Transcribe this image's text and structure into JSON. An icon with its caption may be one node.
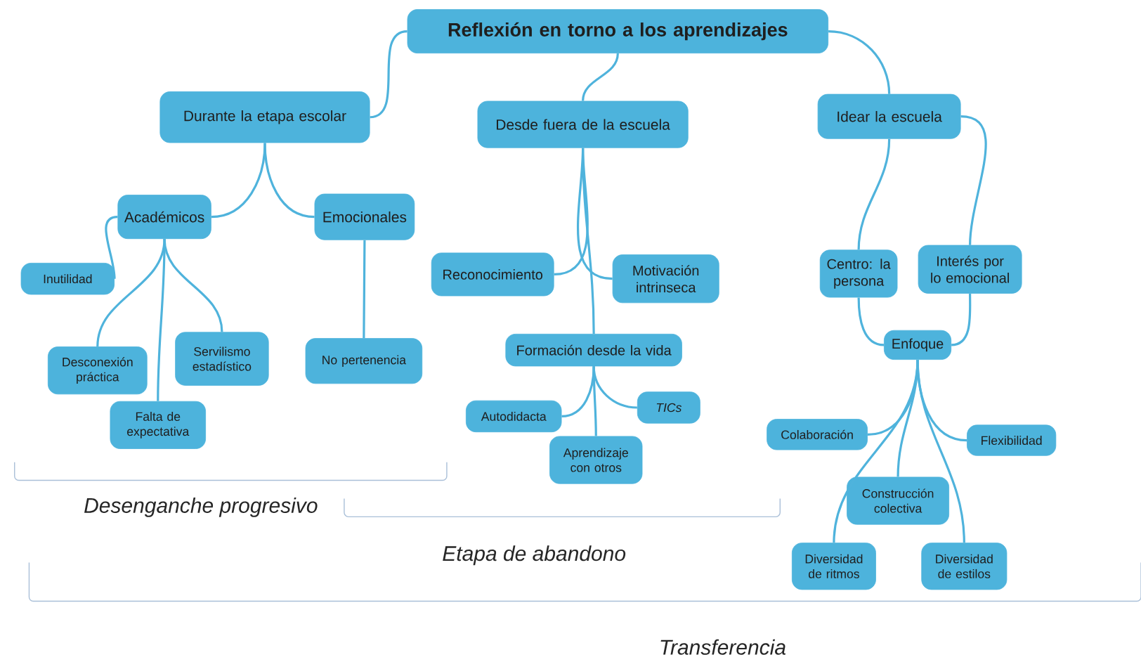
{
  "diagram": {
    "nodes": [
      {
        "text": [
          "Reflexión en torno a los aprendizajes"
        ]
      },
      {
        "text": [
          "Durante la etapa escolar"
        ]
      },
      {
        "text": [
          "Desde fuera de la escuela"
        ]
      },
      {
        "text": [
          "Idear la escuela"
        ]
      },
      {
        "text": [
          "Académicos"
        ]
      },
      {
        "text": [
          "Emocionales"
        ]
      },
      {
        "text": [
          "Inutilidad"
        ]
      },
      {
        "text": [
          "Desconexión práctica"
        ]
      },
      {
        "text": [
          "Servilismo estadístico"
        ]
      },
      {
        "text": [
          "Falta de expectativa"
        ]
      },
      {
        "text": [
          "No pertenencia"
        ]
      },
      {
        "text": [
          "Reconocimiento"
        ]
      },
      {
        "text": [
          "Motivación intrinseca"
        ]
      },
      {
        "text": [
          "Formación desde la vida"
        ]
      },
      {
        "text": [
          "Autodidacta"
        ]
      },
      {
        "text": [
          "TICs"
        ]
      },
      {
        "text": [
          "Aprendizaje con otros"
        ]
      },
      {
        "text": [
          "Centro: la persona"
        ]
      },
      {
        "text": [
          "Interés por lo emocional"
        ]
      },
      {
        "text": [
          "Enfoque"
        ]
      },
      {
        "text": [
          "Colaboración"
        ]
      },
      {
        "text": [
          "Flexibilidad"
        ]
      },
      {
        "text": [
          "Construcción colectiva"
        ]
      },
      {
        "text": [
          "Diversidad de ritmos"
        ]
      },
      {
        "text": [
          "Diversidad de estilos"
        ]
      }
    ],
    "edges": [
      {
        "from": 0,
        "to": 1,
        "arrow": "none"
      },
      {
        "from": 0,
        "to": 2,
        "arrow": "none"
      },
      {
        "from": 0,
        "to": 3,
        "arrow": "none"
      },
      {
        "from": 1,
        "to": 4,
        "arrow": "none"
      },
      {
        "from": 1,
        "to": 5,
        "arrow": "none"
      },
      {
        "from": 4,
        "to": 6,
        "arrow": "none"
      },
      {
        "from": 4,
        "to": 7,
        "arrow": "none"
      },
      {
        "from": 4,
        "to": 8,
        "arrow": "none"
      },
      {
        "from": 4,
        "to": 9,
        "arrow": "none"
      },
      {
        "from": 5,
        "to": 10,
        "arrow": "none"
      },
      {
        "from": 2,
        "to": 11,
        "arrow": "none"
      },
      {
        "from": 2,
        "to": 12,
        "arrow": "none"
      },
      {
        "from": 2,
        "to": 13,
        "arrow": "none"
      },
      {
        "from": 13,
        "to": 14,
        "arrow": "none"
      },
      {
        "from": 13,
        "to": 15,
        "arrow": "none"
      },
      {
        "from": 13,
        "to": 16,
        "arrow": "none"
      },
      {
        "from": 3,
        "to": 17,
        "arrow": "none"
      },
      {
        "from": 3,
        "to": 18,
        "arrow": "none"
      },
      {
        "from": 17,
        "to": 19,
        "arrow": "none"
      },
      {
        "from": 18,
        "to": 19,
        "arrow": "none"
      },
      {
        "from": 19,
        "to": 20,
        "arrow": "none"
      },
      {
        "from": 19,
        "to": 21,
        "arrow": "none"
      },
      {
        "from": 19,
        "to": 22,
        "arrow": "none"
      },
      {
        "from": 19,
        "to": 23,
        "arrow": "none"
      },
      {
        "from": 19,
        "to": 24,
        "arrow": "none"
      }
    ],
    "labels": [
      "Desenganche progresivo",
      "Etapa de abandono",
      "Transferencia"
    ]
  }
}
